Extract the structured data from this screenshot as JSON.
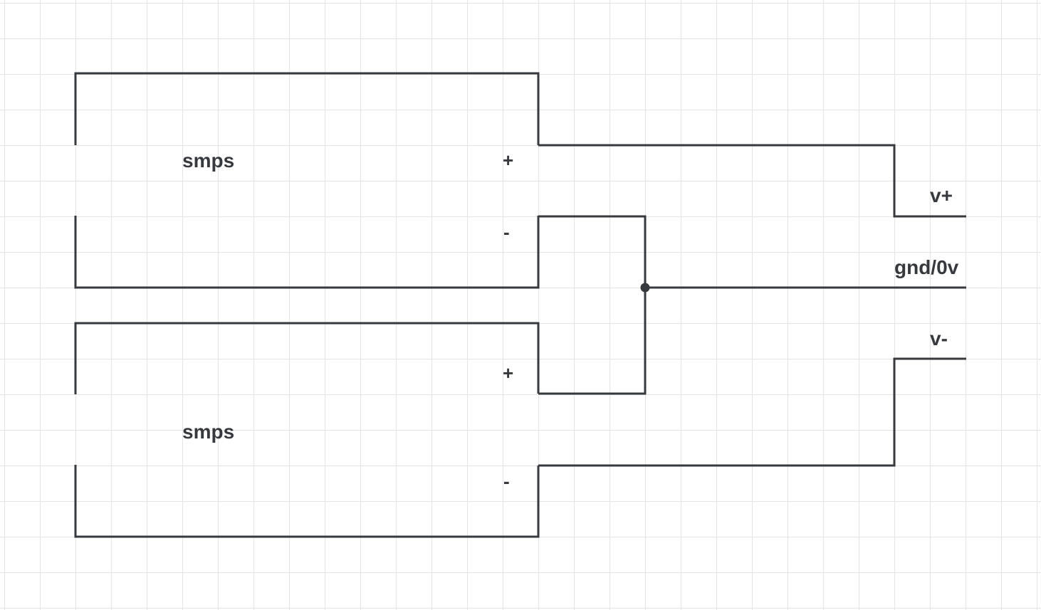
{
  "diagram": {
    "upper_supply": {
      "name": "smps",
      "positive_terminal": "+",
      "negative_terminal": "-"
    },
    "lower_supply": {
      "name": "smps",
      "positive_terminal": "+",
      "negative_terminal": "-"
    },
    "outputs": {
      "positive": "v+",
      "ground": "gnd/0v",
      "negative": "v-"
    },
    "colors": {
      "line": "#36393d",
      "grid": "#e4e4e4",
      "background": "#ffffff"
    }
  }
}
